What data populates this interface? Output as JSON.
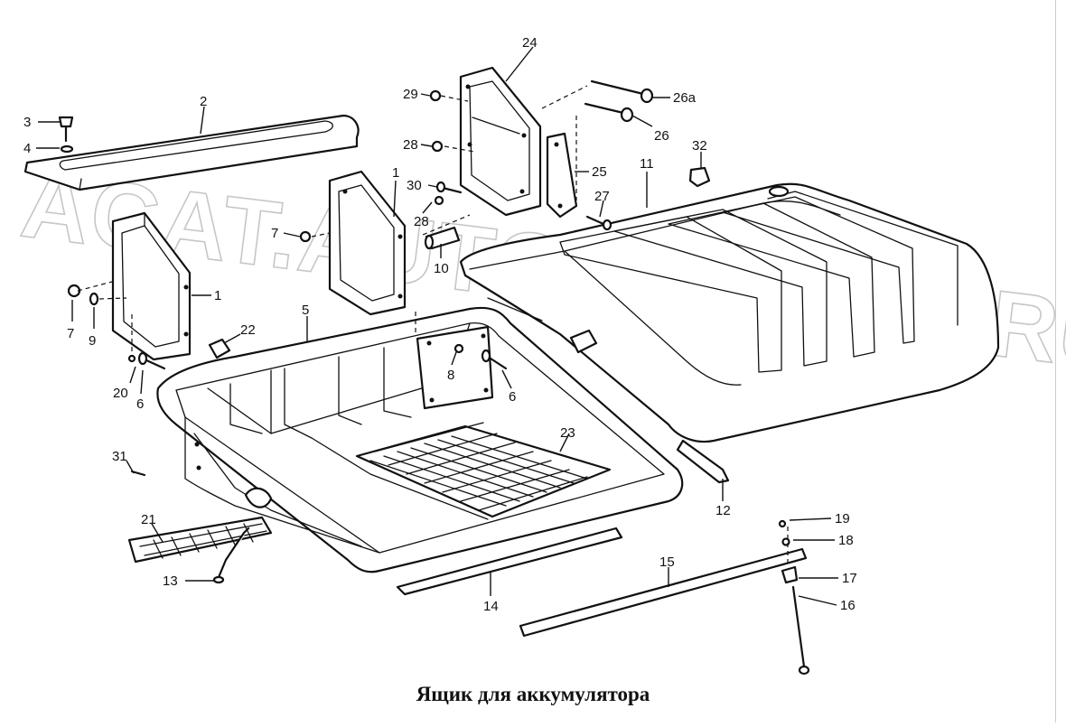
{
  "diagram": {
    "title": "Ящик для аккумулятора",
    "watermark": "ACAT.AUTODEALER.RU",
    "callouts": {
      "c1a": "1",
      "c1b": "1",
      "c2": "2",
      "c3": "3",
      "c4": "4",
      "c5": "5",
      "c6a": "6",
      "c6b": "6",
      "c7a": "7",
      "c7b": "7",
      "c8": "8",
      "c9": "9",
      "c10": "10",
      "c11": "11",
      "c12": "12",
      "c13": "13",
      "c14": "14",
      "c15": "15",
      "c16": "16",
      "c17": "17",
      "c18": "18",
      "c19": "19",
      "c20": "20",
      "c21": "21",
      "c22": "22",
      "c23": "23",
      "c24": "24",
      "c25": "25",
      "c26": "26",
      "c26a": "26a",
      "c27": "27",
      "c28a": "28",
      "c28b": "28",
      "c29": "29",
      "c30": "30",
      "c31": "31",
      "c32": "32"
    }
  }
}
